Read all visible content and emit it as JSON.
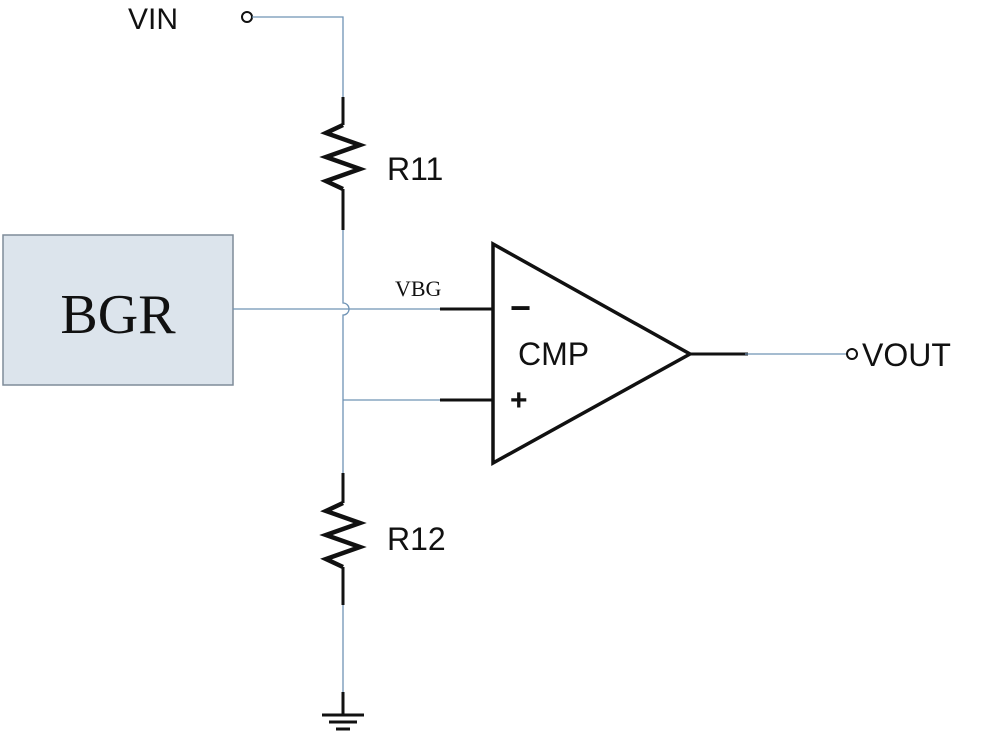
{
  "labels": {
    "vin": "VIN",
    "vout": "VOUT",
    "r11": "R11",
    "r12": "R12",
    "bgr": "BGR",
    "vbg": "VBG",
    "cmp": "CMP",
    "minus": "−",
    "plus": "+"
  },
  "colors": {
    "wire": "#6f93b5",
    "component": "#111111",
    "bgr_fill": "#dce4ec",
    "bgr_border": "#7f8c99"
  }
}
